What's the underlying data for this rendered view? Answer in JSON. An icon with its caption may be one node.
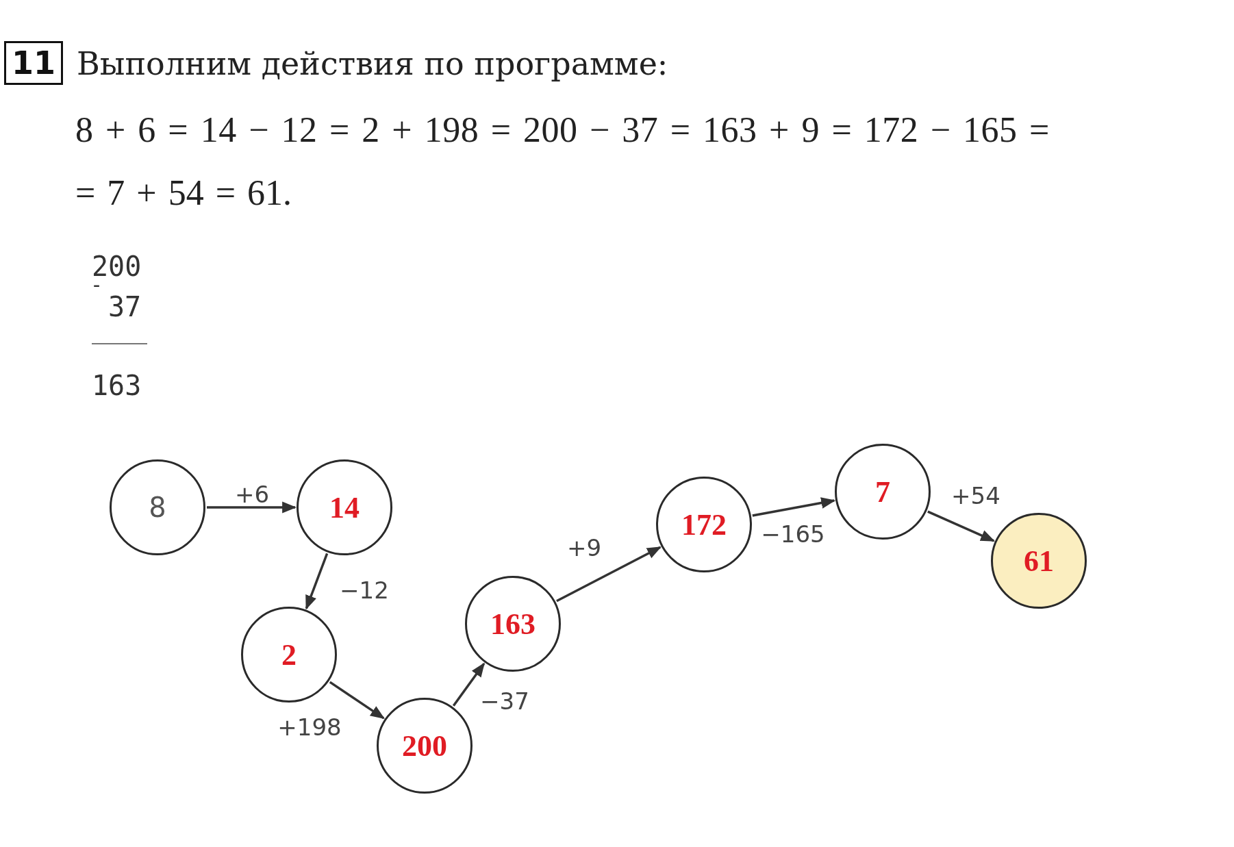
{
  "diagram": {
    "title": "Выполним действия по программе:",
    "nodes": [
      {
        "text": [
          "8"
        ]
      },
      {
        "text": [
          "14"
        ]
      },
      {
        "text": [
          "2"
        ]
      },
      {
        "text": [
          "200"
        ]
      },
      {
        "text": [
          "163"
        ]
      },
      {
        "text": [
          "172"
        ]
      },
      {
        "text": [
          "7"
        ]
      },
      {
        "text": [
          "61"
        ]
      }
    ],
    "edges": [
      {
        "from": 0,
        "to": 1,
        "arrow": "to",
        "label": "+6"
      },
      {
        "from": 1,
        "to": 2,
        "arrow": "to",
        "label": "−12"
      },
      {
        "from": 2,
        "to": 3,
        "arrow": "to",
        "label": "+198"
      },
      {
        "from": 3,
        "to": 4,
        "arrow": "to",
        "label": "−37"
      },
      {
        "from": 4,
        "to": 5,
        "arrow": "to",
        "label": "+9"
      },
      {
        "from": 5,
        "to": 6,
        "arrow": "to",
        "label": "−165"
      },
      {
        "from": 6,
        "to": 7,
        "arrow": "to",
        "label": "+54"
      }
    ],
    "labels": [
      "11",
      "8 + 6 = 14 − 12 = 2 + 198 = 200 − 37 = 163 + 9 = 172 − 165 =",
      "= 7 + 54 = 61.",
      "200",
      "-",
      "37",
      "163"
    ]
  }
}
